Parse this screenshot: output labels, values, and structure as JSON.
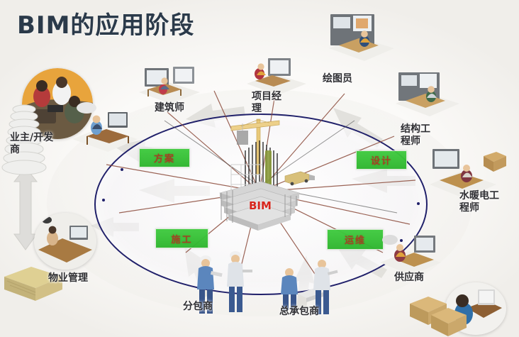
{
  "page": {
    "title": "BIM的应用阶段",
    "title_color": "#2b3a4a",
    "background_color": "#f4f3f0",
    "center_label": "BIM",
    "center_label_color": "#d8261c",
    "ellipse_color": "#20206a"
  },
  "phases": [
    {
      "id": "phase-scheme",
      "label": "方案",
      "position": "top-left"
    },
    {
      "id": "phase-design",
      "label": "设计",
      "position": "top-right"
    },
    {
      "id": "phase-construction",
      "label": "施工",
      "position": "bottom-left"
    },
    {
      "id": "phase-operation",
      "label": "运维",
      "position": "bottom-right"
    }
  ],
  "phase_box_color": "#33bf33",
  "phase_text_color": "#a03b1c",
  "roles": [
    {
      "id": "role-owner-developer",
      "label": "业主/开发\n商",
      "position": "left"
    },
    {
      "id": "role-property-mgmt",
      "label": "物业管理",
      "position": "bottom-left"
    },
    {
      "id": "role-architect",
      "label": "建筑师",
      "position": "top-left"
    },
    {
      "id": "role-project-manager",
      "label": "项目经\n理",
      "position": "top-center"
    },
    {
      "id": "role-draftsman",
      "label": "绘图员",
      "position": "top-right"
    },
    {
      "id": "role-structural-engineer",
      "label": "结构工\n程师",
      "position": "right-top"
    },
    {
      "id": "role-mep-engineer",
      "label": "水暖电工\n程师",
      "position": "right-bottom"
    },
    {
      "id": "role-supplier",
      "label": "供应商",
      "position": "bottom-right"
    },
    {
      "id": "role-subcontractor",
      "label": "分包商",
      "position": "bottom-center-left"
    },
    {
      "id": "role-general-contractor",
      "label": "总承包商",
      "position": "bottom-center-right"
    }
  ]
}
